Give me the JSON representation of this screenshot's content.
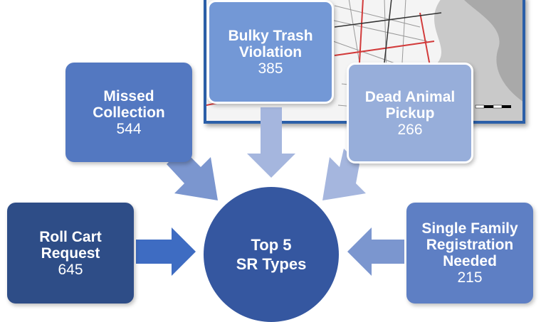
{
  "center": {
    "line1": "Top 5",
    "line2": "SR Types"
  },
  "boxes": {
    "missed": {
      "line1": "Missed",
      "line2": "Collection",
      "count": "544"
    },
    "bulky": {
      "line1": "Bulky Trash",
      "line2": "Violation",
      "count": "385"
    },
    "dead": {
      "line1": "Dead Animal",
      "line2": "Pickup",
      "count": "266"
    },
    "roll": {
      "line1": "Roll Cart",
      "line2": "Request",
      "count": "645"
    },
    "single": {
      "line1": "Single Family",
      "line2": "Registration",
      "line3": "Needed",
      "count": "215"
    }
  },
  "colors": {
    "roll": "#2e4d87",
    "missed": "#5378c1",
    "bulky": "#7398d6",
    "dead": "#97aeda",
    "single": "#5e7fc4",
    "center": "#3557a0"
  }
}
